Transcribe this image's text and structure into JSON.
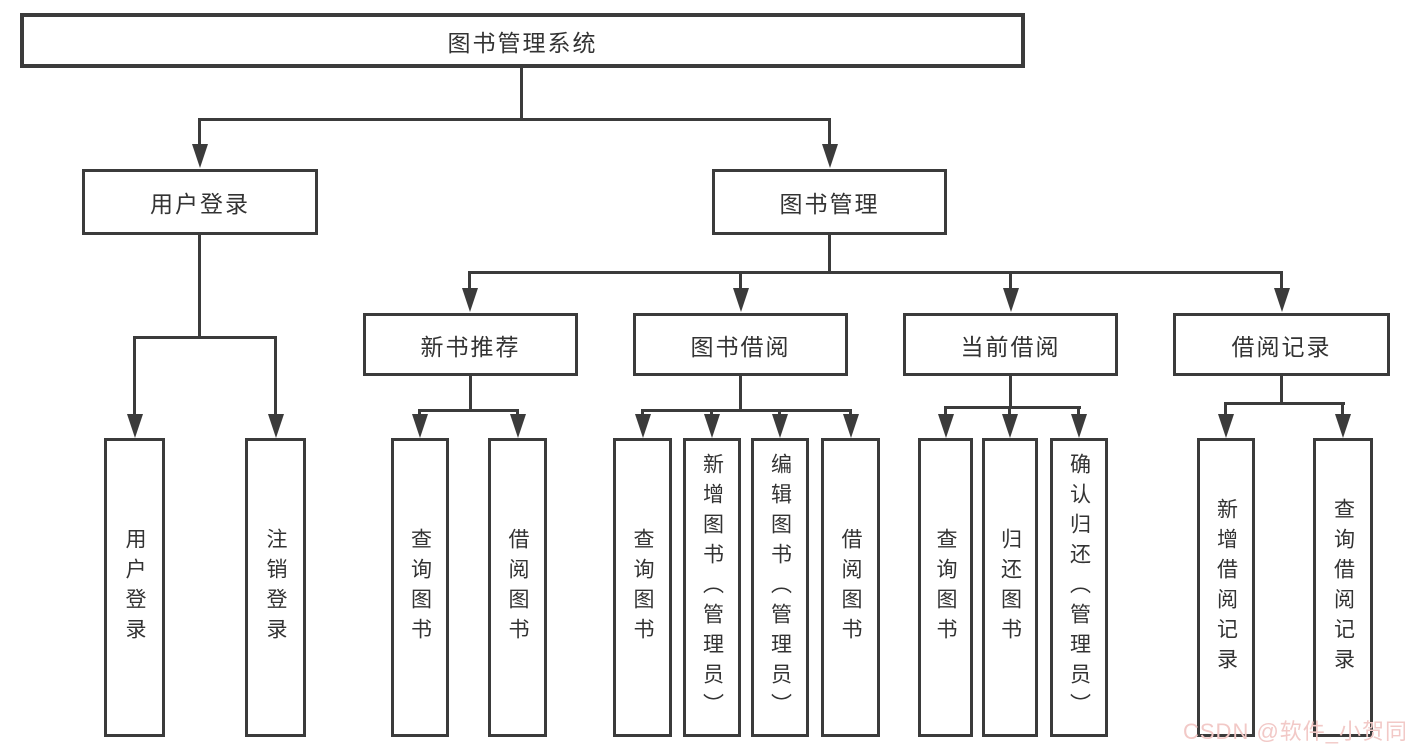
{
  "title": "图书管理系统",
  "watermark": {
    "text": "CSDN @软件_小贺同学",
    "color": "#f2c9c7"
  },
  "colors": {
    "background": "#ffffff",
    "line": "#3b3b3b",
    "box_border": "#3b3b3b",
    "text": "#333333"
  },
  "tree": {
    "root": {
      "label": "图书管理系统"
    },
    "level1": [
      {
        "label": "用户登录",
        "parent": "图书管理系统"
      },
      {
        "label": "图书管理",
        "parent": "图书管理系统"
      }
    ],
    "level2": [
      {
        "label": "新书推荐",
        "parent": "图书管理"
      },
      {
        "label": "图书借阅",
        "parent": "图书管理"
      },
      {
        "label": "当前借阅",
        "parent": "图书管理"
      },
      {
        "label": "借阅记录",
        "parent": "图书管理"
      }
    ],
    "leaves": [
      {
        "label": "用户登录",
        "parent": "用户登录"
      },
      {
        "label": "注销登录",
        "parent": "用户登录"
      },
      {
        "label": "查询图书",
        "parent": "新书推荐"
      },
      {
        "label": "借阅图书",
        "parent": "新书推荐"
      },
      {
        "label": "查询图书",
        "parent": "图书借阅"
      },
      {
        "label": "新增图书（管理员）",
        "parent": "图书借阅"
      },
      {
        "label": "编辑图书（管理员）",
        "parent": "图书借阅"
      },
      {
        "label": "借阅图书",
        "parent": "图书借阅"
      },
      {
        "label": "查询图书",
        "parent": "当前借阅"
      },
      {
        "label": "归还图书",
        "parent": "当前借阅"
      },
      {
        "label": "确认归还（管理员）",
        "parent": "当前借阅"
      },
      {
        "label": "新增借阅记录",
        "parent": "借阅记录"
      },
      {
        "label": "查询借阅记录",
        "parent": "借阅记录"
      }
    ]
  }
}
